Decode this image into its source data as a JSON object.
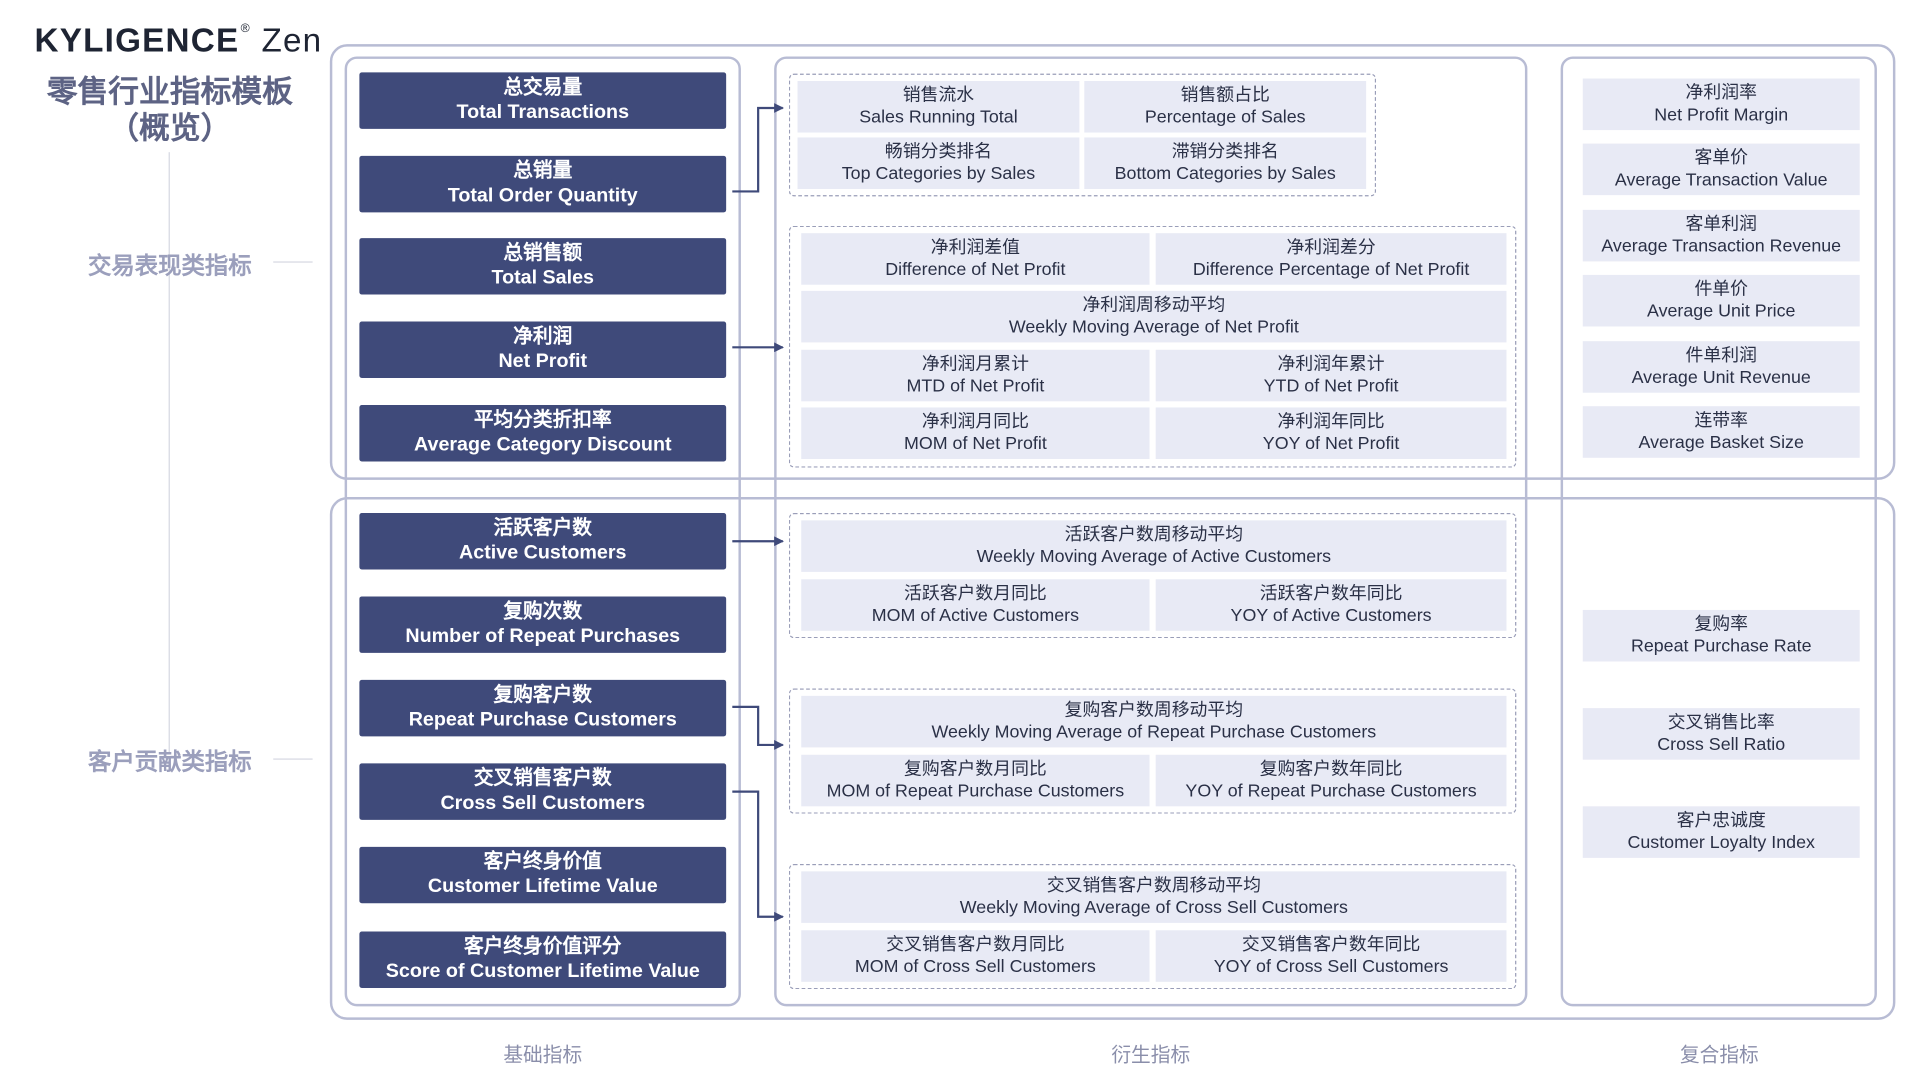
{
  "brand": {
    "name": "KYLIGENCE",
    "reg": "®",
    "product": "Zen"
  },
  "title": {
    "line1": "零售行业指标模板",
    "line2": "（概览）"
  },
  "sections": [
    {
      "label": "交易表现类指标"
    },
    {
      "label": "客户贡献类指标"
    }
  ],
  "column_labels": {
    "base": "基础指标",
    "derived": "衍生指标",
    "composite": "复合指标"
  },
  "base_metrics": [
    {
      "zh": "总交易量",
      "en": "Total Transactions"
    },
    {
      "zh": "总销量",
      "en": "Total Order Quantity"
    },
    {
      "zh": "总销售额",
      "en": "Total Sales"
    },
    {
      "zh": "净利润",
      "en": "Net Profit"
    },
    {
      "zh": "平均分类折扣率",
      "en": "Average Category Discount"
    },
    {
      "zh": "活跃客户数",
      "en": "Active Customers"
    },
    {
      "zh": "复购次数",
      "en": "Number of Repeat Purchases"
    },
    {
      "zh": "复购客户数",
      "en": "Repeat Purchase Customers"
    },
    {
      "zh": "交叉销售客户数",
      "en": "Cross Sell Customers"
    },
    {
      "zh": "客户终身价值",
      "en": "Customer Lifetime Value"
    },
    {
      "zh": "客户终身价值评分",
      "en": "Score of Customer Lifetime Value"
    }
  ],
  "derived_groups": [
    {
      "tiles": [
        {
          "zh": "销售流水",
          "en": "Sales Running Total"
        },
        {
          "zh": "销售额占比",
          "en": "Percentage of Sales"
        },
        {
          "zh": "畅销分类排名",
          "en": "Top Categories by Sales"
        },
        {
          "zh": "滞销分类排名",
          "en": "Bottom Categories by Sales"
        }
      ]
    },
    {
      "tiles": [
        {
          "zh": "净利润差值",
          "en": "Difference of Net Profit"
        },
        {
          "zh": "净利润差分",
          "en": "Difference Percentage of Net Profit"
        },
        {
          "zh": "净利润周移动平均",
          "en": "Weekly Moving Average of Net Profit"
        },
        {
          "zh": "净利润月累计",
          "en": "MTD of Net Profit"
        },
        {
          "zh": "净利润年累计",
          "en": "YTD of Net Profit"
        },
        {
          "zh": "净利润月同比",
          "en": "MOM of Net Profit"
        },
        {
          "zh": "净利润年同比",
          "en": "YOY of Net Profit"
        }
      ]
    },
    {
      "tiles": [
        {
          "zh": "活跃客户数周移动平均",
          "en": "Weekly Moving Average of Active Customers"
        },
        {
          "zh": "活跃客户数月同比",
          "en": "MOM of Active Customers"
        },
        {
          "zh": "活跃客户数年同比",
          "en": "YOY of Active Customers"
        }
      ]
    },
    {
      "tiles": [
        {
          "zh": "复购客户数周移动平均",
          "en": "Weekly Moving Average of Repeat Purchase Customers"
        },
        {
          "zh": "复购客户数月同比",
          "en": "MOM of Repeat Purchase Customers"
        },
        {
          "zh": "复购客户数年同比",
          "en": "YOY of Repeat Purchase Customers"
        }
      ]
    },
    {
      "tiles": [
        {
          "zh": "交叉销售客户数周移动平均",
          "en": "Weekly Moving Average of Cross Sell Customers"
        },
        {
          "zh": "交叉销售客户数月同比",
          "en": "MOM of Cross Sell Customers"
        },
        {
          "zh": "交叉销售客户数年同比",
          "en": "YOY of Cross Sell Customers"
        }
      ]
    }
  ],
  "composite_metrics": [
    {
      "zh": "净利润率",
      "en": "Net Profit Margin"
    },
    {
      "zh": "客单价",
      "en": "Average Transaction Value"
    },
    {
      "zh": "客单利润",
      "en": "Average Transaction Revenue"
    },
    {
      "zh": "件单价",
      "en": "Average Unit Price"
    },
    {
      "zh": "件单利润",
      "en": "Average Unit Revenue"
    },
    {
      "zh": "连带率",
      "en": "Average Basket Size"
    },
    {
      "zh": "复购率",
      "en": "Repeat Purchase Rate"
    },
    {
      "zh": "交叉销售比率",
      "en": "Cross Sell Ratio"
    },
    {
      "zh": "客户忠诚度",
      "en": "Customer Loyalty Index"
    }
  ]
}
